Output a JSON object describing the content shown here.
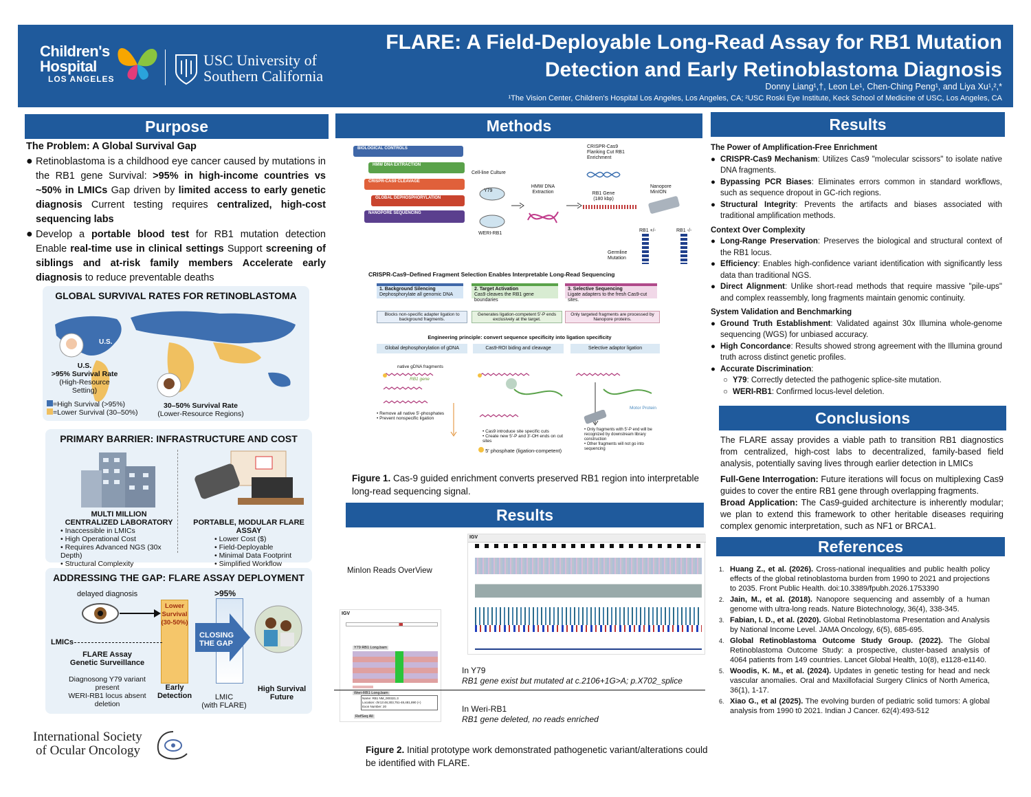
{
  "header": {
    "chla_line1": "Children's",
    "chla_line2": "Hospital",
    "chla_line3": "LOS ANGELES",
    "usc_line1": "USC University of",
    "usc_line2": "Southern California",
    "title_line1": "FLARE: A Field-Deployable Long-Read Assay for RB1 Mutation",
    "title_line2": "Detection and Early Retinoblastoma Diagnosis",
    "authors": "Donny Liang¹,†, Leon Le¹, Chen-Ching Peng¹, and Liya Xu¹,²,*",
    "affiliations": "¹The Vision Center, Children's Hospital Los Angeles, Los Angeles, CA; ²USC Roski Eye Institute, Keck School of Medicine of USC, Los Angeles, CA"
  },
  "purpose": {
    "heading": "Purpose",
    "problem_heading": "The Problem: A Global Survival Gap",
    "bullet1_a": "Retinoblastoma is a childhood eye cancer caused by mutations in the RB1 gene Survival: ",
    "bullet1_b": ">95% in high-income countries vs ~50% in LMICs",
    "bullet1_c": " Gap driven by ",
    "bullet1_d": "limited access to early genetic diagnosis",
    "bullet1_e": " Current testing requires ",
    "bullet1_f": "centralized, high-cost sequencing labs",
    "bullet2_a": "Develop a ",
    "bullet2_b": "portable blood test",
    "bullet2_c": " for RB1 mutation detection Enable ",
    "bullet2_d": "real-time use in clinical settings",
    "bullet2_e": " Support ",
    "bullet2_f": "screening of siblings and at-risk family members",
    "bullet2_g": " ",
    "bullet2_h": "Accelerate early diagnosis",
    "bullet2_i": " to reduce preventable deaths"
  },
  "panel_survival": {
    "title": "GLOBAL SURVIVAL RATES FOR RETINOBLASTOMA",
    "us_label": "U.S.",
    "us_caption1": "U.S.",
    "us_caption2": ">95% Survival Rate",
    "us_caption3": "(High-Resource Setting)",
    "low_caption1": "30–50% Survival Rate",
    "low_caption2": "(Lower-Resource Regions)",
    "legend_high": "=High Survival (>95%)",
    "legend_low": "=Lower Survival (30–50%)",
    "colors": {
      "high": "#3e6fb0",
      "low": "#f0c060"
    }
  },
  "panel_barrier": {
    "title": "PRIMARY BARRIER: INFRASTRUCTURE AND COST",
    "left_title1": "MULTI MILLION",
    "left_title2": "CENTRALIZED LABORATORY",
    "left_items": [
      "• Inaccessible in LMICs",
      "• High Operational Cost",
      "• Requires Advanced NGS (30x Depth)",
      "• Structural Complexity"
    ],
    "right_title": "PORTABLE, MODULAR FLARE ASSAY",
    "right_items": [
      "• Lower Cost ($)",
      "• Field-Deployable",
      "• Minimal Data Footprint",
      "• Simplified Workflow"
    ]
  },
  "panel_gap": {
    "title": "ADDRESSING THE GAP: FLARE ASSAY DEPLOYMENT",
    "delayed": "delayed diagnosis",
    "lower_survival": "Lower Survival (30-50%)",
    "gt95": ">95%",
    "closing": "CLOSING THE GAP",
    "lmics": "LMICs",
    "flare_surv1": "FLARE Assay",
    "flare_surv2": "Genetic Surveillance",
    "diag1": "Diagnosong Y79 variant",
    "diag2": "present",
    "diag3": "WERI-RB1 locus absent",
    "diag4": "deletion",
    "early1": "Early",
    "early2": "Detection",
    "lmic1": "LMIC",
    "lmic2": "(with FLARE)",
    "high1": "High Survival",
    "high2": "Future"
  },
  "isoo": {
    "line1": "International Society",
    "line2": "of Ocular Oncology"
  },
  "methods": {
    "heading": "Methods",
    "steps": [
      "BIOLOGICAL CONTROLS",
      "HMW DNA EXTRACTION",
      "CRISPR-CAS9 CLEAVAGE",
      "GLOBAL DEPHOSPHORYLATION",
      "NANOPORE SEQUENCING"
    ],
    "step_colors": [
      "#3f67a8",
      "#5aa24a",
      "#e0603a",
      "#c9442e",
      "#5b3f8e"
    ],
    "cell_line": "Cell-line Culture",
    "y79": "Y79",
    "weri": "WERI-RB1",
    "hmw": "HMW DNA Extraction",
    "crispr_label": "CRISPR-Cas9 Flanking Cut RB1 Enrichment",
    "rb1_gene": "RB1 Gene (180 kbp)",
    "nanopore": "Nanopore MinION",
    "rb1_het": "RB1 +/-",
    "rb1_hom": "RB1 -/-",
    "germline": "Germline Mutation",
    "diagram_title": "CRISPR-Cas9–Defined Fragment Selection Enables Interpretable Long-Read Sequencing",
    "phase1": "1. Background Silencing",
    "phase1_sub": "Dephosphorylate all genomic DNA",
    "phase2": "2. Target Activation",
    "phase2_sub": "Cas9 cleaves the RB1 gene boundaries",
    "phase3": "3. Selective Sequencing",
    "phase3_sub": "Ligate adapters to the fresh Cas9-cut sites.",
    "out1": "Blocks non-specific adapter ligation to background fragments.",
    "out2": "Generates ligation-competent 5'-P ends exclusively at the target.",
    "out3": "Only targeted fragments are processed by Nanopore proteins.",
    "principle": "Engineering principle: convert sequence specificity into ligation specificity",
    "col1": "Global dephosphorylation of gDNA",
    "col2": "Cas9-ROI biding and cleavage",
    "col3": "Selective adaptor ligation",
    "native": "native gDNA fragments",
    "rb1_gene_small": "RB1 gene",
    "remove1": "• Remove all native 5'-phosphates",
    "remove2": "• Prevent nonspecific ligation",
    "cas9_1": "• Cas9 introduce site specific cuts",
    "cas9_2": "• Create new 5'-P and 3'-OH ends on cut sites",
    "phosphate": "5' phosphate (ligation-competent)",
    "motor": "Motor Protein",
    "only1": "• Only fragments with 5'-P end will be recognized by downstream library construction",
    "only2": "• Other fragments will not go into sequencing",
    "fig1_label": "Figure 1.",
    "fig1_text": " Cas-9 guided enrichment converts preserved RB1 region into interpretable long-read sequencing signal."
  },
  "results_mid": {
    "heading": "Results",
    "overview": "MinIon Reads OverView",
    "igv": "IGV",
    "y79_track": "Y79 RB1 Long.bam",
    "weri_track": "Weri-RB1 Long.bam",
    "refseq": "RefSeq All",
    "name_field": "Name: RB1  NM_000321.3",
    "loc_field": "Location: chr13:48,303,751-48,481,890 (+)",
    "exon_field": "Exon Number: 20",
    "in_y79": "In Y79",
    "y79_desc": "RB1 gene exist but mutated at c.2106+1G>A; p.X702_splice",
    "in_weri": "In Weri-RB1",
    "weri_desc": "RB1 gene deleted, no reads enriched",
    "fig2_label": "Figure 2.",
    "fig2_text": " Initial prototype work demonstrated pathogenetic variant/alterations could be identified with FLARE."
  },
  "results": {
    "heading": "Results",
    "sec1": "The Power of Amplification-Free Enrichment",
    "sec1_items": [
      {
        "b": "CRISPR-Cas9 Mechanism",
        "t": ": Utilizes Cas9 \"molecular scissors\" to isolate native DNA fragments."
      },
      {
        "b": "Bypassing PCR Biases",
        "t": ": Eliminates errors common in standard workflows, such as sequence dropout in GC-rich regions."
      },
      {
        "b": "Structural Integrity",
        "t": ": Prevents the artifacts and biases associated with traditional amplification methods."
      }
    ],
    "sec2": "Context Over Complexity",
    "sec2_items": [
      {
        "b": "Long-Range Preservation",
        "t": ": Preserves the biological and structural context of the RB1 locus."
      },
      {
        "b": "Efficiency",
        "t": ": Enables high-confidence variant identification with significantly less data than traditional NGS."
      },
      {
        "b": "Direct Alignment",
        "t": ": Unlike short-read methods that require massive \"pile-ups\" and complex reassembly, long fragments maintain genomic continuity."
      }
    ],
    "sec3": "System Validation and Benchmarking",
    "sec3_items": [
      {
        "b": "Ground Truth Establishment",
        "t": ": Validated against 30x Illumina whole-genome sequencing (WGS) for unbiased accuracy."
      },
      {
        "b": "High Concordance",
        "t": ": Results showed strong agreement with the Illumina ground truth across distinct genetic profiles."
      },
      {
        "b": "Accurate Discrimination",
        "t": ":"
      }
    ],
    "sub_items": [
      {
        "b": "Y79",
        "t": ": Correctly detected the pathogenic splice-site mutation."
      },
      {
        "b": "WERI-RB1",
        "t": ": Confirmed locus-level deletion."
      }
    ]
  },
  "conclusions": {
    "heading": "Conclusions",
    "p1": "The FLARE assay provides a viable path to transition RB1 diagnostics from centralized, high-cost labs to decentralized, family-based field analysis, potentially saving lives through earlier detection in LMICs",
    "p2_b": "Full-Gene Interrogation:",
    "p2_t": " Future iterations will focus on multiplexing Cas9 guides to cover the entire RB1 gene through overlapping fragments.",
    "p3_b": "Broad Application:",
    "p3_t": " The Cas9-guided architecture is inherently modular; we plan to extend this framework to other heritable diseases requiring complex genomic interpretation, such as NF1 or BRCA1."
  },
  "references": {
    "heading": "References",
    "items": [
      {
        "n": "1.",
        "a": "Huang Z., et al. (2026).",
        "t": " Cross-national inequalities and public health policy effects of the global retinoblastoma burden from 1990 to 2021 and projections to 2035. Front Public Health. doi:10.3389/fpubh.2026.1753390"
      },
      {
        "n": "2.",
        "a": "Jain, M., et al. (2018).",
        "t": " Nanopore sequencing and assembly of a human genome with ultra-long reads. Nature Biotechnology, 36(4), 338-345."
      },
      {
        "n": "3.",
        "a": "Fabian, I. D., et al. (2020).",
        "t": " Global Retinoblastoma Presentation and Analysis by National Income Level. JAMA Oncology, 6(5), 685-695."
      },
      {
        "n": "4.",
        "a": "Global Retinoblastoma Outcome Study Group. (2022).",
        "t": " The Global Retinoblastoma Outcome Study: a prospective, cluster-based analysis of 4064 patients from 149 countries. Lancet Global Health, 10(8), e1128-e1140."
      },
      {
        "n": "5.",
        "a": "Woodis, K. M., et al. (2024).",
        "t": " Updates in genetic testing for head and neck vascular anomalies. Oral and Maxillofacial Surgery Clinics of North America, 36(1), 1-17."
      },
      {
        "n": "6.",
        "a": "Xiao G., et al (2025).",
        "t": " The evolving burden of pediatric solid tumors: A global analysis from 1990 t0 2021. Indian J Cancer. 62(4):493-512"
      }
    ]
  }
}
